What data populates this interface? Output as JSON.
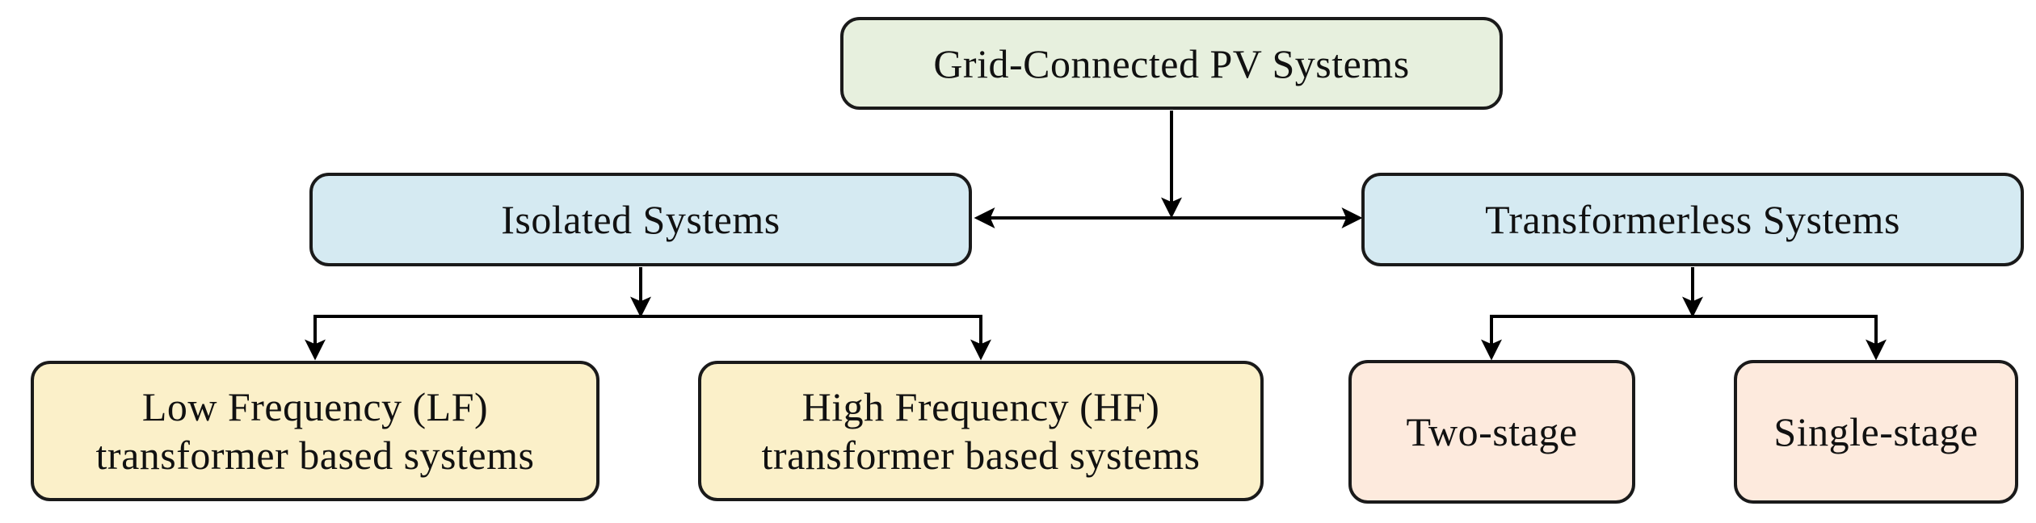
{
  "palette": {
    "background": "#ffffff",
    "root_fill": "#e7f0de",
    "level2_fill": "#d5eaf2",
    "isolated_children_fill": "#fbf0c9",
    "transformerless_children_fill": "#fdeadd",
    "box_border": "#1a1a1a",
    "connector": "#000000",
    "text": "#111111"
  },
  "nodes": {
    "root": {
      "label": "Grid-Connected PV Systems"
    },
    "isolated": {
      "label": "Isolated Systems"
    },
    "transformerless": {
      "label": "Transformerless Systems"
    },
    "lf": {
      "lines": [
        "Low Frequency (LF)",
        "transformer based systems"
      ]
    },
    "hf": {
      "lines": [
        "High Frequency (HF)",
        "transformer based systems"
      ]
    },
    "two_stage": {
      "label": "Two-stage"
    },
    "single_stage": {
      "label": "Single-stage"
    }
  },
  "edges": [
    {
      "from": "Grid-Connected PV Systems",
      "to": "Isolated Systems"
    },
    {
      "from": "Grid-Connected PV Systems",
      "to": "Transformerless Systems"
    },
    {
      "from": "Isolated Systems",
      "to": "Low Frequency (LF) transformer based systems"
    },
    {
      "from": "Isolated Systems",
      "to": "High Frequency (HF) transformer based systems"
    },
    {
      "from": "Transformerless Systems",
      "to": "Two-stage"
    },
    {
      "from": "Transformerless Systems",
      "to": "Single-stage"
    }
  ]
}
